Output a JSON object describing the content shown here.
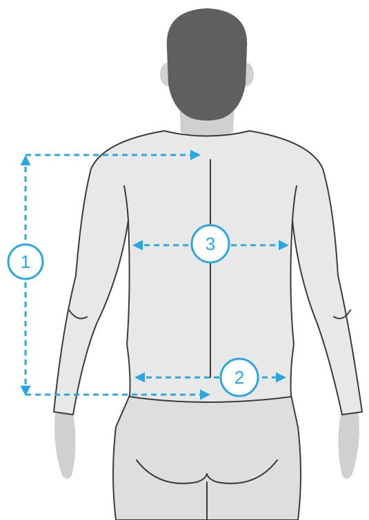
{
  "colors": {
    "accent": "#29a8e0",
    "body_fill": "#e8e8e8",
    "legs_fill": "#dedede",
    "skin_fill": "#d0d0d0",
    "hair_fill": "#5f5f5f",
    "outline": "#3a3a3a",
    "badge_fill": "#ffffff"
  },
  "measurements": [
    {
      "label": "1",
      "name": "torso-length"
    },
    {
      "label": "2",
      "name": "waist-width"
    },
    {
      "label": "3",
      "name": "chest-width"
    }
  ]
}
